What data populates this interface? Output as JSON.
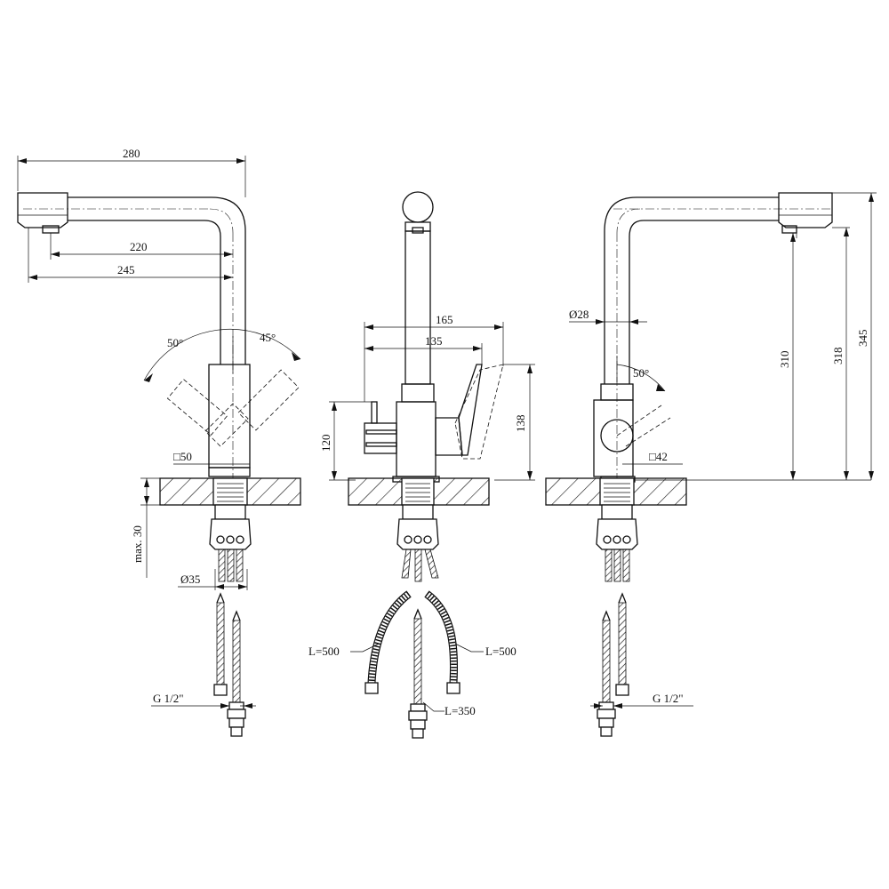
{
  "drawing": {
    "left_view": {
      "overall_width": "280",
      "spout_reach_short": "220",
      "spout_reach_long": "245",
      "swivel_angle_left": "50°",
      "swivel_angle_right": "45°",
      "base_square": "□50",
      "mount_thickness": "max. 30",
      "mount_hole": "Ø35",
      "thread": "G 1/2\""
    },
    "front_view": {
      "width_overall": "165",
      "width_body": "135",
      "height_left": "120",
      "height_right": "138",
      "hose_left": "L=500",
      "hose_right": "L=500",
      "hose_center": "L=350"
    },
    "right_view": {
      "tube_diameter": "Ø28",
      "lever_angle": "50°",
      "base_square": "□42",
      "height_outlet": "310",
      "height_mid": "318",
      "height_total": "345",
      "thread": "G 1/2\""
    }
  }
}
